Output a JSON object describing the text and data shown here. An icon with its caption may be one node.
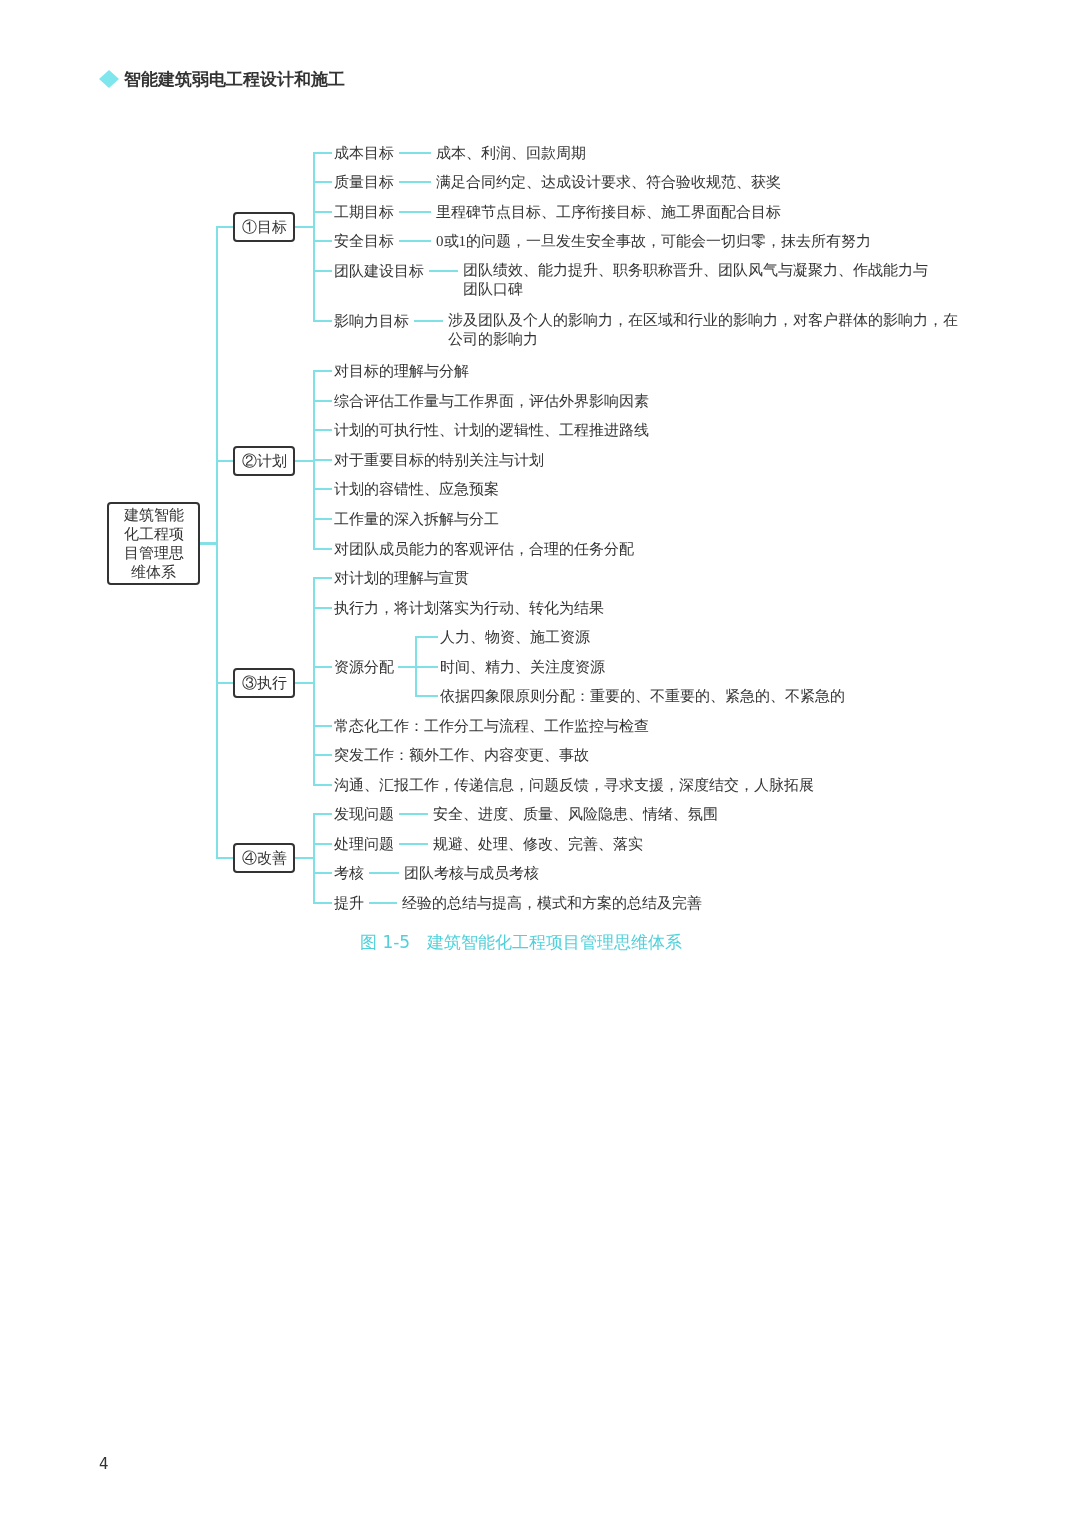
{
  "diagram": {
    "caption": "图 1-5　建筑智能化工程项目管理思维体系",
    "nodes": [
      {
        "text": [
          "建筑智能化工程项目管理思维体系"
        ]
      },
      {
        "text": [
          "①目标"
        ]
      },
      {
        "text": [
          "成本目标"
        ]
      },
      {
        "text": [
          "成本、利润、回款周期"
        ]
      },
      {
        "text": [
          "质量目标"
        ]
      },
      {
        "text": [
          "满足合同约定、达成设计要求、符合验收规范、获奖"
        ]
      },
      {
        "text": [
          "工期目标"
        ]
      },
      {
        "text": [
          "里程碑节点目标、工序衔接目标、施工界面配合目标"
        ]
      },
      {
        "text": [
          "安全目标"
        ]
      },
      {
        "text": [
          "0或1的问题，一旦发生安全事故，可能会一切归零，抹去所有努力"
        ]
      },
      {
        "text": [
          "团队建设目标"
        ]
      },
      {
        "text": [
          "团队绩效、能力提升、职务职称晋升、团队风气与凝聚力、作战能力与团队口碑"
        ]
      },
      {
        "text": [
          "影响力目标"
        ]
      },
      {
        "text": [
          "涉及团队及个人的影响力，在区域和行业的影响力，对客户群体的影响力，在公司的影响力"
        ]
      },
      {
        "text": [
          "②计划"
        ]
      },
      {
        "text": [
          "对目标的理解与分解"
        ]
      },
      {
        "text": [
          "综合评估工作量与工作界面，评估外界影响因素"
        ]
      },
      {
        "text": [
          "计划的可执行性、计划的逻辑性、工程推进路线"
        ]
      },
      {
        "text": [
          "对于重要目标的特别关注与计划"
        ]
      },
      {
        "text": [
          "计划的容错性、应急预案"
        ]
      },
      {
        "text": [
          "工作量的深入拆解与分工"
        ]
      },
      {
        "text": [
          "对团队成员能力的客观评估，合理的任务分配"
        ]
      },
      {
        "text": [
          "③执行"
        ]
      },
      {
        "text": [
          "对计划的理解与宣贯"
        ]
      },
      {
        "text": [
          "执行力，将计划落实为行动、转化为结果"
        ]
      },
      {
        "text": [
          "资源分配"
        ]
      },
      {
        "text": [
          "人力、物资、施工资源"
        ]
      },
      {
        "text": [
          "时间、精力、关注度资源"
        ]
      },
      {
        "text": [
          "依据四象限原则分配：重要的、不重要的、紧急的、不紧急的"
        ]
      },
      {
        "text": [
          "常态化工作：工作分工与流程、工作监控与检查"
        ]
      },
      {
        "text": [
          "突发工作：额外工作、内容变更、事故"
        ]
      },
      {
        "text": [
          "沟通、汇报工作，传递信息，问题反馈，寻求支援，深度结交，人脉拓展"
        ]
      },
      {
        "text": [
          "④改善"
        ]
      },
      {
        "text": [
          "发现问题"
        ]
      },
      {
        "text": [
          "安全、进度、质量、风险隐患、情绪、氛围"
        ]
      },
      {
        "text": [
          "处理问题"
        ]
      },
      {
        "text": [
          "规避、处理、修改、完善、落实"
        ]
      },
      {
        "text": [
          "考核"
        ]
      },
      {
        "text": [
          "团队考核与成员考核"
        ]
      },
      {
        "text": [
          "提升"
        ]
      },
      {
        "text": [
          "经验的总结与提高，模式和方案的总结及完善"
        ]
      }
    ],
    "edges": [
      {
        "from": 0,
        "to": 1,
        "arrow": "none"
      },
      {
        "from": 0,
        "to": 14,
        "arrow": "none"
      },
      {
        "from": 0,
        "to": 22,
        "arrow": "none"
      },
      {
        "from": 0,
        "to": 32,
        "arrow": "none"
      },
      {
        "from": 1,
        "to": 2,
        "arrow": "none"
      },
      {
        "from": 2,
        "to": 3,
        "arrow": "none"
      },
      {
        "from": 1,
        "to": 4,
        "arrow": "none"
      },
      {
        "from": 4,
        "to": 5,
        "arrow": "none"
      },
      {
        "from": 1,
        "to": 6,
        "arrow": "none"
      },
      {
        "from": 6,
        "to": 7,
        "arrow": "none"
      },
      {
        "from": 1,
        "to": 8,
        "arrow": "none"
      },
      {
        "from": 8,
        "to": 9,
        "arrow": "none"
      },
      {
        "from": 1,
        "to": 10,
        "arrow": "none"
      },
      {
        "from": 10,
        "to": 11,
        "arrow": "none"
      },
      {
        "from": 1,
        "to": 12,
        "arrow": "none"
      },
      {
        "from": 12,
        "to": 13,
        "arrow": "none"
      },
      {
        "from": 14,
        "to": 15,
        "arrow": "none"
      },
      {
        "from": 14,
        "to": 16,
        "arrow": "none"
      },
      {
        "from": 14,
        "to": 17,
        "arrow": "none"
      },
      {
        "from": 14,
        "to": 18,
        "arrow": "none"
      },
      {
        "from": 14,
        "to": 19,
        "arrow": "none"
      },
      {
        "from": 14,
        "to": 20,
        "arrow": "none"
      },
      {
        "from": 14,
        "to": 21,
        "arrow": "none"
      },
      {
        "from": 22,
        "to": 23,
        "arrow": "none"
      },
      {
        "from": 22,
        "to": 24,
        "arrow": "none"
      },
      {
        "from": 22,
        "to": 25,
        "arrow": "none"
      },
      {
        "from": 25,
        "to": 26,
        "arrow": "none"
      },
      {
        "from": 25,
        "to": 27,
        "arrow": "none"
      },
      {
        "from": 25,
        "to": 28,
        "arrow": "none"
      },
      {
        "from": 22,
        "to": 29,
        "arrow": "none"
      },
      {
        "from": 22,
        "to": 30,
        "arrow": "none"
      },
      {
        "from": 22,
        "to": 31,
        "arrow": "none"
      },
      {
        "from": 32,
        "to": 33,
        "arrow": "none"
      },
      {
        "from": 33,
        "to": 34,
        "arrow": "none"
      },
      {
        "from": 32,
        "to": 35,
        "arrow": "none"
      },
      {
        "from": 35,
        "to": 36,
        "arrow": "none"
      },
      {
        "from": 32,
        "to": 37,
        "arrow": "none"
      },
      {
        "from": 37,
        "to": 38,
        "arrow": "none"
      },
      {
        "from": 32,
        "to": 39,
        "arrow": "none"
      },
      {
        "from": 39,
        "to": 40,
        "arrow": "none"
      }
    ],
    "labels": [
      "智能建筑弱电工程设计和施工",
      "4"
    ]
  }
}
